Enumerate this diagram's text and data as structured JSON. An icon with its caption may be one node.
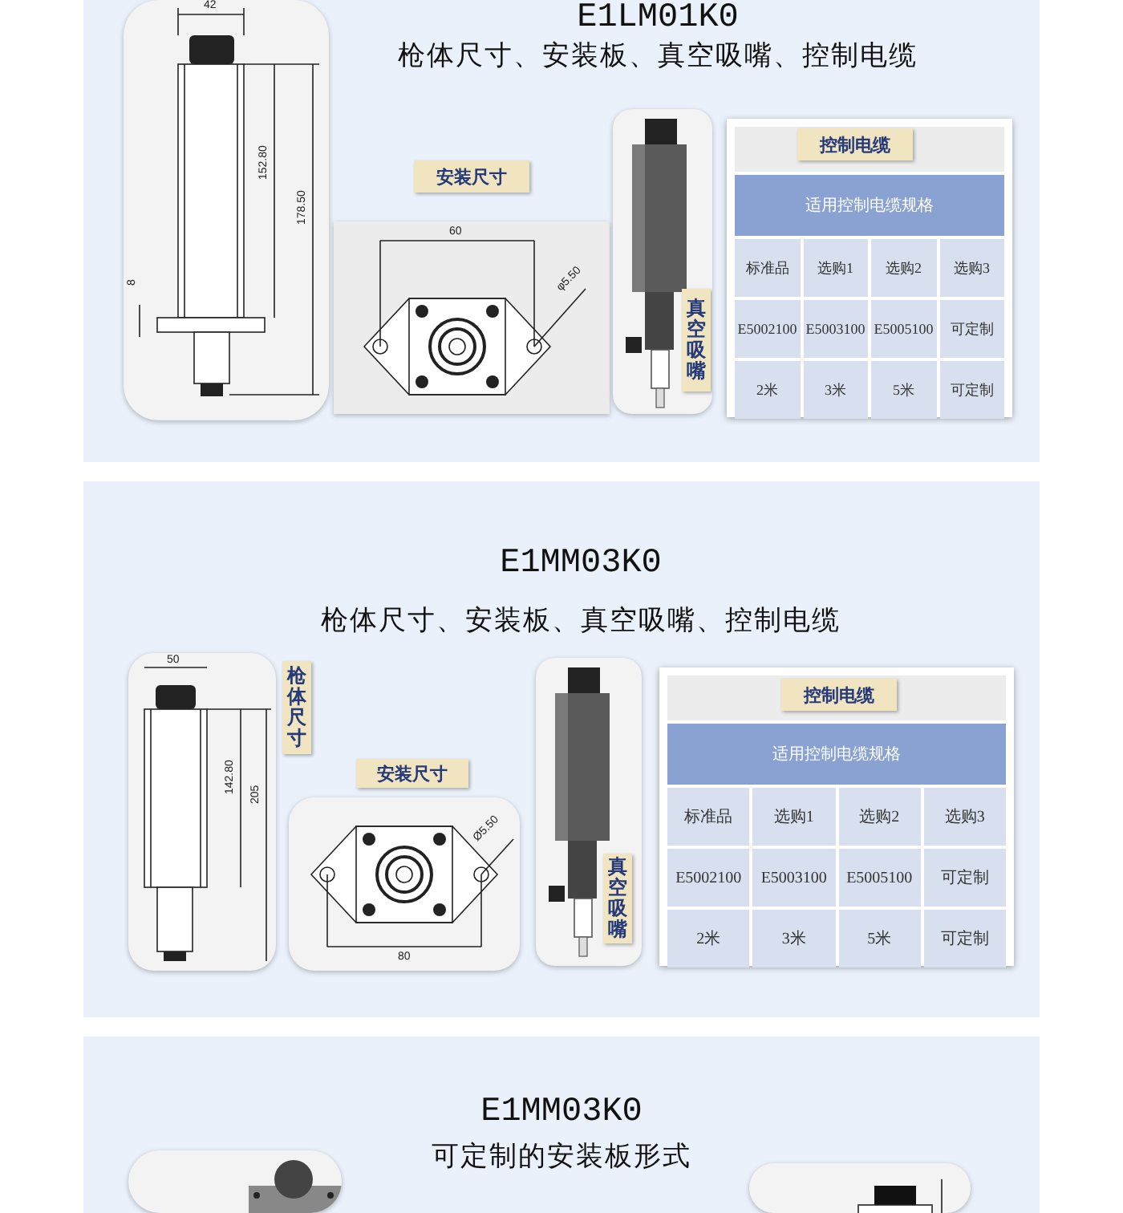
{
  "diagram": {
    "nodes": [
      {
        "text": [
          "E1LM01K0",
          "枪体尺寸、安装板、真空吸嘴、控制电缆"
        ]
      },
      {
        "text": [],
        "shape": "picture",
        "in": 0
      },
      {
        "text": [
          "安装尺寸"
        ],
        "in": 0
      },
      {
        "text": [],
        "shape": "picture",
        "in": 0
      },
      {
        "text": [],
        "shape": "picture",
        "in": 0
      },
      {
        "text": [
          "真空吸嘴"
        ],
        "in": 4
      },
      {
        "text": [],
        "shape": "box",
        "in": 0
      },
      {
        "text": [
          "控制电缆"
        ],
        "in": 6
      },
      {
        "text": [
          "E1MM03K0",
          "枪体尺寸、安装板、真空吸嘴、控制电缆"
        ]
      },
      {
        "text": [],
        "shape": "picture",
        "in": 8
      },
      {
        "text": [
          "枪体尺寸"
        ],
        "in": 8
      },
      {
        "text": [
          "安装尺寸"
        ],
        "in": 8
      },
      {
        "text": [],
        "shape": "picture",
        "in": 8
      },
      {
        "text": [],
        "shape": "picture",
        "in": 8
      },
      {
        "text": [
          "真空吸嘴"
        ],
        "in": 13
      },
      {
        "text": [],
        "shape": "box",
        "in": 8
      },
      {
        "text": [
          "控制电缆"
        ],
        "in": 15
      },
      {
        "text": [
          "E1MM03K0",
          "可定制的安装板形式"
        ]
      },
      {
        "text": [],
        "shape": "picture",
        "in": 17
      },
      {
        "text": [],
        "shape": "picture",
        "in": 17
      }
    ],
    "labels": [
      "42",
      "152.80",
      "178.50",
      "8",
      "60",
      "φ5.50",
      "适用控制电缆规格",
      "标准品",
      "选购1",
      "选购2",
      "选购3",
      "E5002100",
      "E5003100",
      "E5005100",
      "可定制",
      "2米",
      "3米",
      "5米",
      "可定制",
      "50",
      "142.80",
      "205",
      "Ø5.50",
      "80",
      "适用控制电缆规格",
      "标准品",
      "选购1",
      "选购2",
      "选购3",
      "E5002100",
      "E5003100",
      "E5005100",
      "可定制",
      "2米",
      "3米",
      "5米",
      "可定制"
    ]
  }
}
